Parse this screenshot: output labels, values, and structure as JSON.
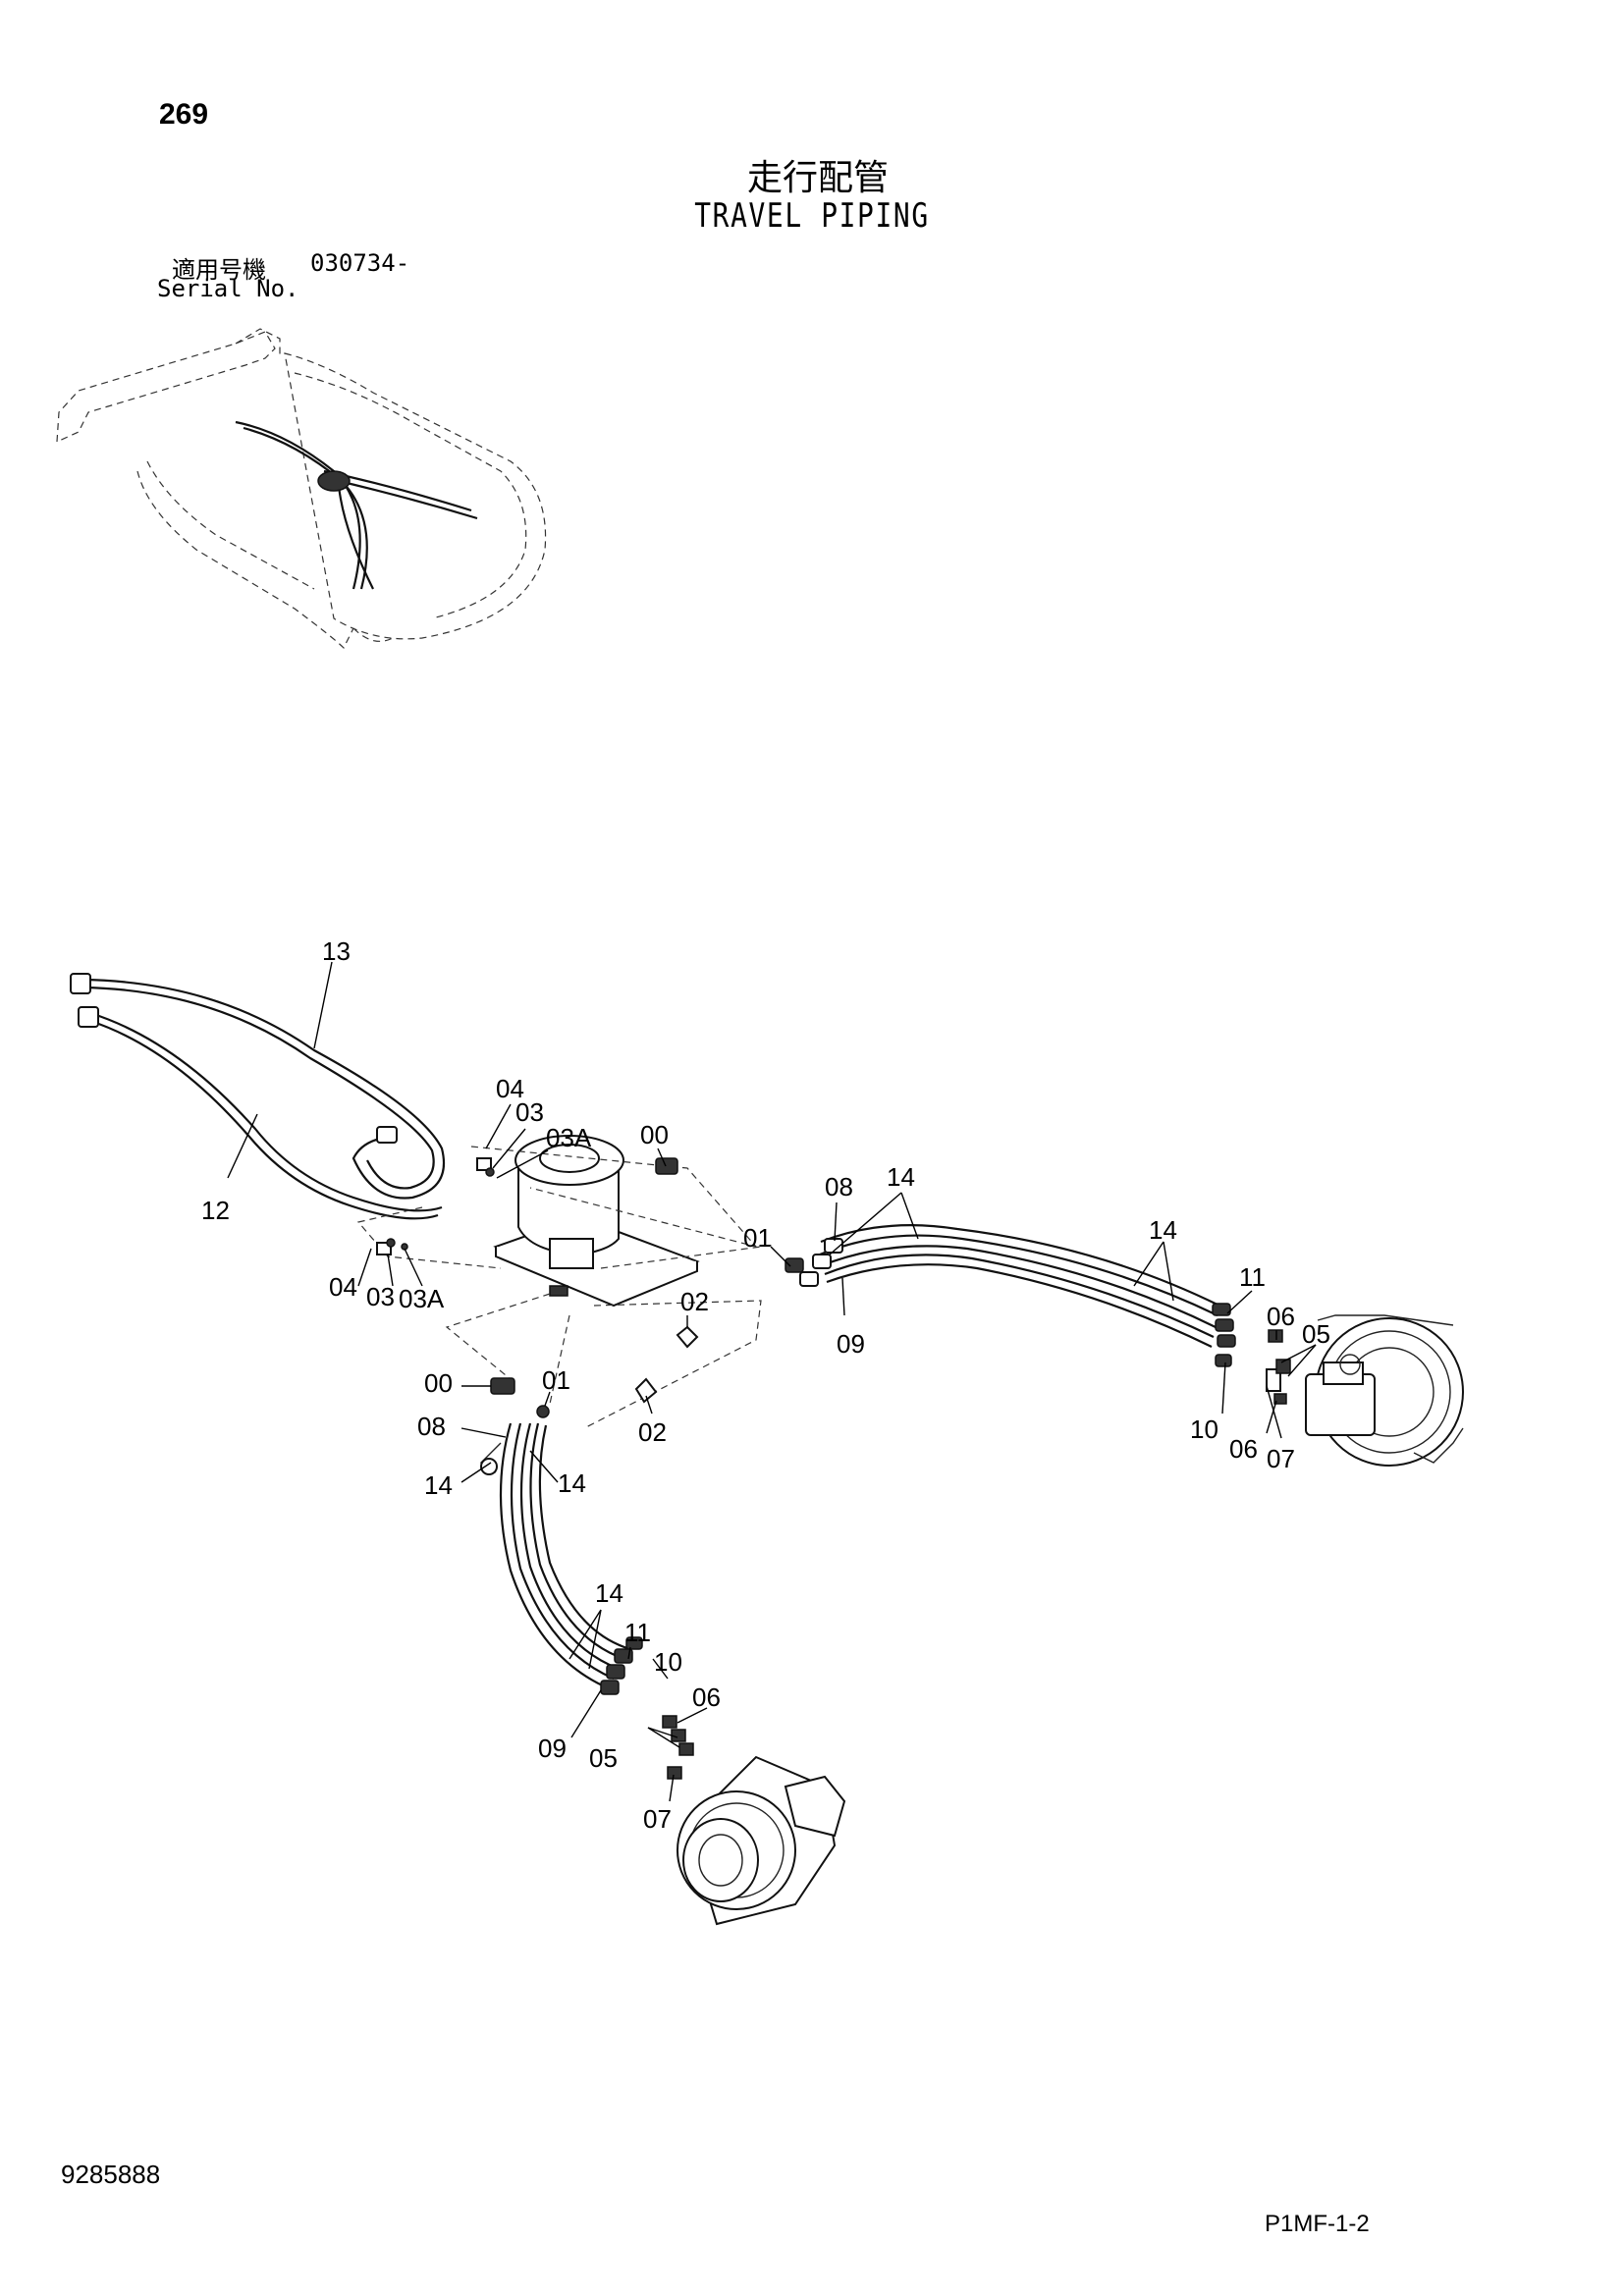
{
  "page": {
    "number": "269",
    "title_jp": "走行配管",
    "title_en": "TRAVEL PIPING",
    "serial_jp_label": "適用号機",
    "serial_value": "030734-",
    "serial_en_label": "Serial No.",
    "doc_number": "9285888",
    "page_code": "P1MF-1-2"
  },
  "callouts": {
    "c13": "13",
    "c12": "12",
    "c04_top": "04",
    "c03_top": "03",
    "c03a_top": "03A",
    "c00_top": "00",
    "c01_top": "01",
    "c08_top": "08",
    "c14_top": "14",
    "c09_top": "09",
    "c14_right": "14",
    "c11_right": "11",
    "c06_right_top": "06",
    "c05_right": "05",
    "c10_right": "10",
    "c06_right_bot": "06",
    "c07_right": "07",
    "c04_left": "04",
    "c03_left": "03",
    "c03a_left": "03A",
    "c02_upper": "02",
    "c02_lower": "02",
    "c00_left": "00",
    "c01_left": "01",
    "c08_left": "08",
    "c14_left_a": "14",
    "c14_left_b": "14",
    "c14_lower": "14",
    "c11_lower": "11",
    "c10_lower": "10",
    "c06_lower": "06",
    "c09_lower": "09",
    "c05_lower": "05",
    "c07_lower": "07"
  }
}
